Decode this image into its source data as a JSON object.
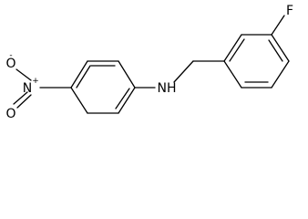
{
  "molecule": {
    "atoms": {
      "fluorine": "F",
      "amine": "NH",
      "nitro_nitrogen": "N",
      "nitro_nitrogen_charge": "+",
      "nitro_oxygen_top": "O",
      "nitro_oxygen_top_charge": "-",
      "nitro_oxygen_bottom": "O"
    }
  }
}
